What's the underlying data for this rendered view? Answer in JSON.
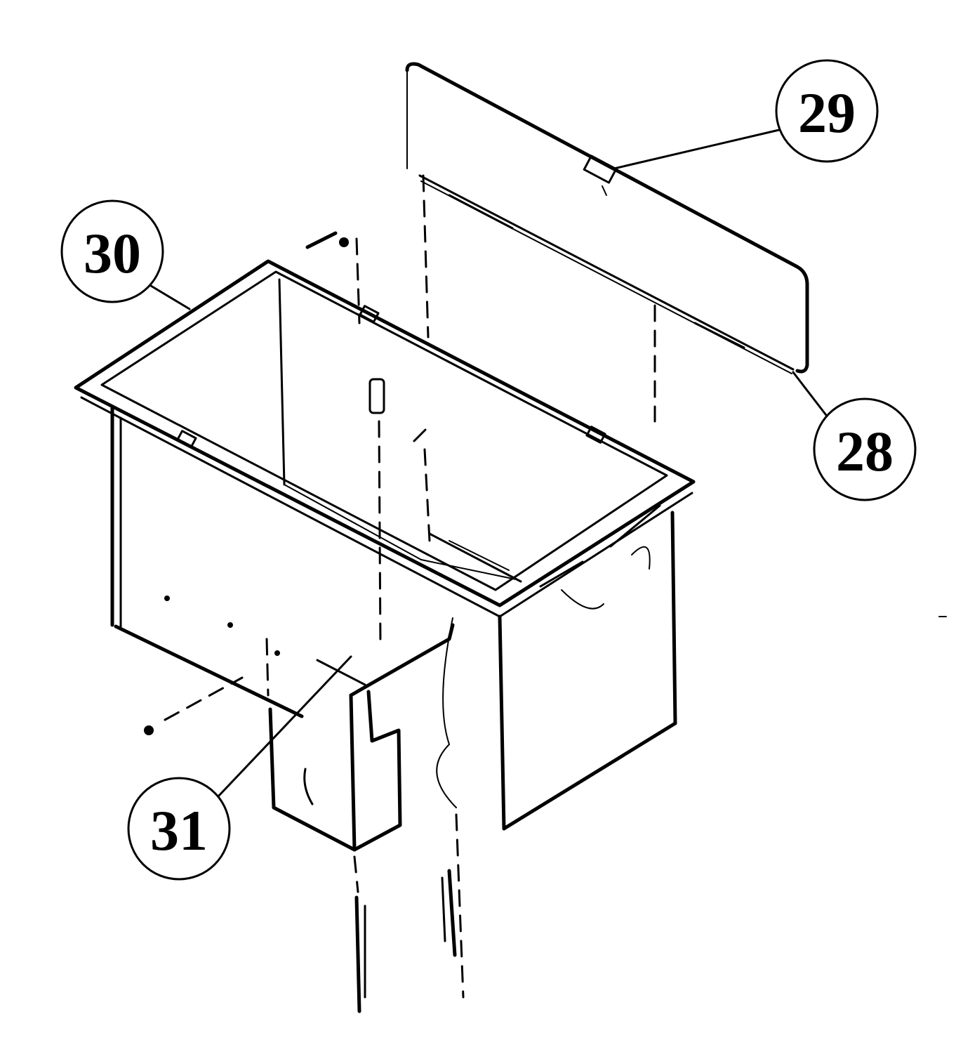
{
  "callouts": [
    {
      "id": "28",
      "label": "28"
    },
    {
      "id": "29",
      "label": "29"
    },
    {
      "id": "30",
      "label": "30"
    },
    {
      "id": "31",
      "label": "31"
    }
  ]
}
